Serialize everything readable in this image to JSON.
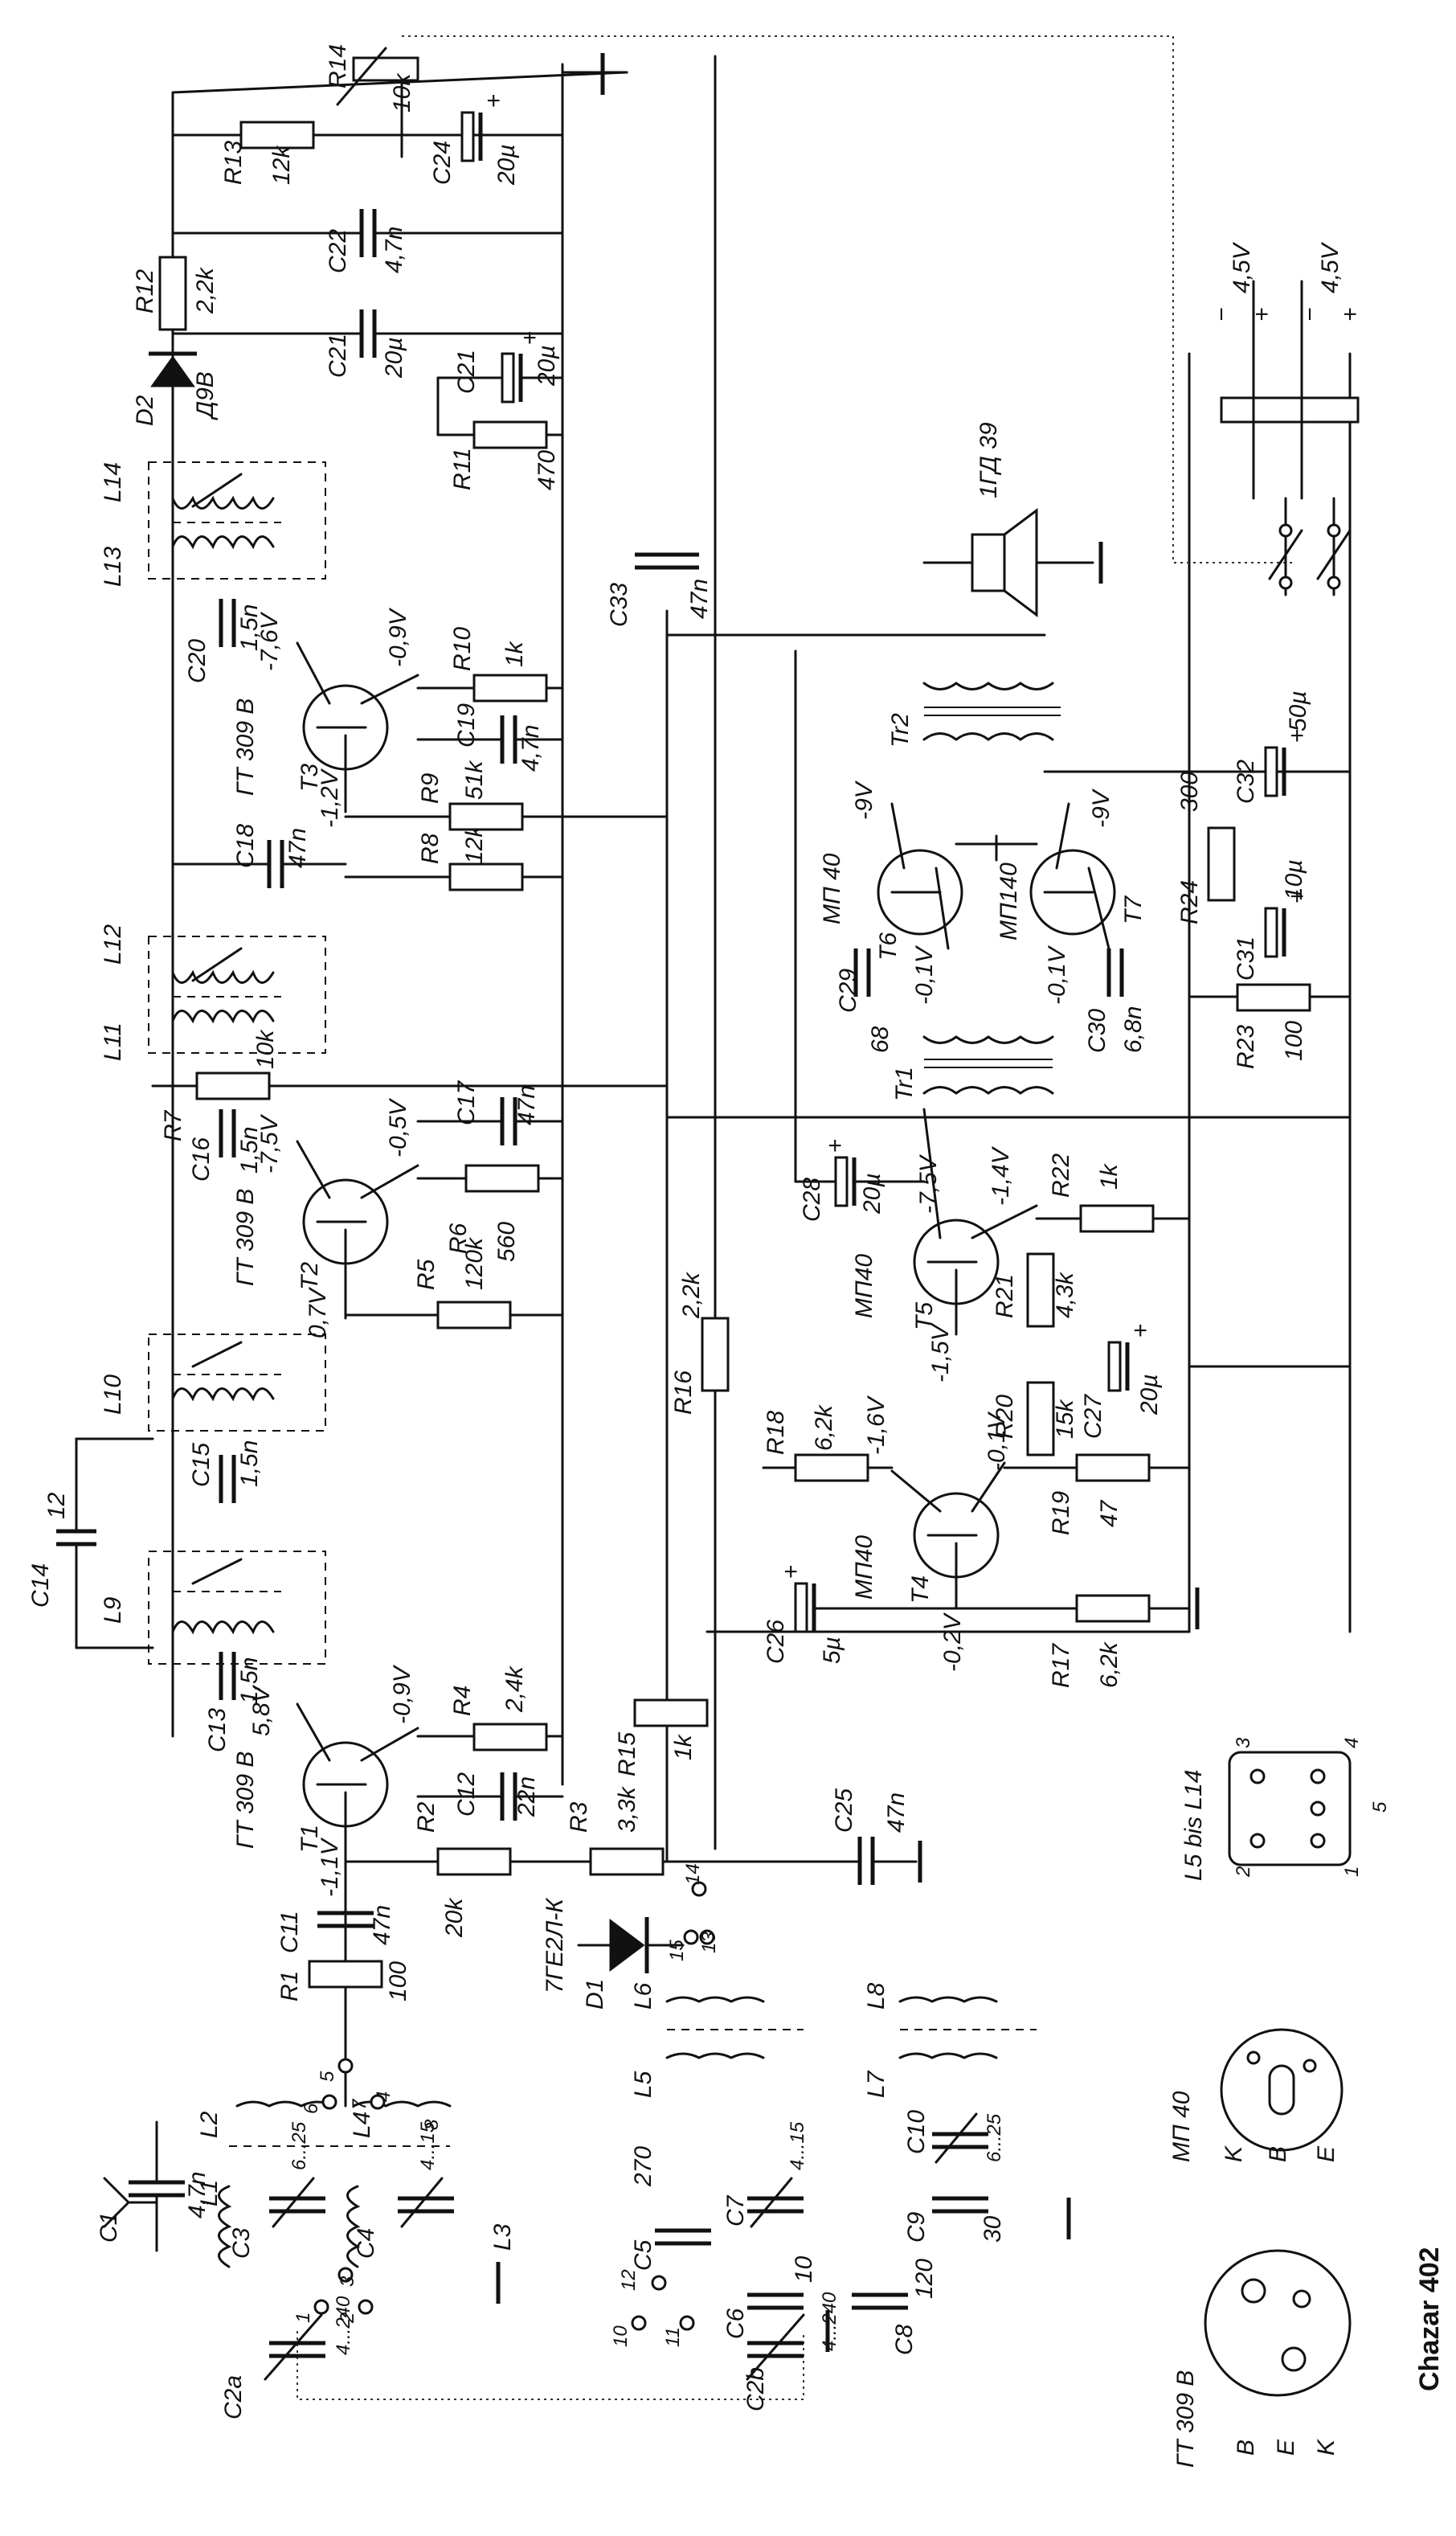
{
  "caption": "Chazar 402",
  "transistors": {
    "T1": {
      "ref": "T1",
      "type": "ГТ 309 В",
      "vc": "5,8V",
      "ve": "-0,9V",
      "vb": "-1,1V"
    },
    "T2": {
      "ref": "T2",
      "type": "ГТ 309 В",
      "vc": "-7,5V",
      "ve": "-0,5V",
      "vb": "0,7V"
    },
    "T3": {
      "ref": "T3",
      "type": "ГТ 309 В",
      "vc": "-7,6V",
      "ve": "-0,9V",
      "vb": "-1,2V"
    },
    "T4": {
      "ref": "T4",
      "type": "МП40",
      "vc": "-1,6V",
      "ve": "-0,1V",
      "vb": "-0,2V"
    },
    "T5": {
      "ref": "T5",
      "type": "МП40",
      "vc": "-7,5V",
      "ve": "-1,4V",
      "vb": "-1,5V"
    },
    "T6": {
      "ref": "T6",
      "type": "МП 40",
      "vc": "-9V",
      "ve": "-0,1V"
    },
    "T7": {
      "ref": "T7",
      "type": "МП140",
      "vc": "-9V",
      "ve": "-0,1V"
    }
  },
  "resistors": {
    "R1": {
      "ref": "R1",
      "val": "100"
    },
    "R2": {
      "ref": "R2",
      "val": "20k"
    },
    "R3": {
      "ref": "R3",
      "val": "3,3k"
    },
    "R4": {
      "ref": "R4",
      "val": "2,4k"
    },
    "R5": {
      "ref": "R5",
      "val": "120k"
    },
    "R6": {
      "ref": "R6",
      "val": "560"
    },
    "R7": {
      "ref": "R7",
      "val": "10k"
    },
    "R8": {
      "ref": "R8",
      "val": "12k"
    },
    "R9": {
      "ref": "R9",
      "val": "51k"
    },
    "R10": {
      "ref": "R10",
      "val": "1k"
    },
    "R11": {
      "ref": "R11",
      "val": "470"
    },
    "R12": {
      "ref": "R12",
      "val": "2,2k"
    },
    "R13": {
      "ref": "R13",
      "val": "12k"
    },
    "R14": {
      "ref": "R14",
      "val": "10k"
    },
    "R15": {
      "ref": "R15",
      "val": "1k"
    },
    "R16": {
      "ref": "R16",
      "val": "2,2k"
    },
    "R17": {
      "ref": "R17",
      "val": "6,2k"
    },
    "R18": {
      "ref": "R18",
      "val": "6,2k"
    },
    "R19": {
      "ref": "R19",
      "val": "47"
    },
    "R20": {
      "ref": "R20",
      "val": "15k"
    },
    "R21": {
      "ref": "R21",
      "val": "4,3k"
    },
    "R22": {
      "ref": "R22",
      "val": "1k"
    },
    "R23": {
      "ref": "R23",
      "val": "100"
    },
    "R24": {
      "ref": "R24",
      "val": "300"
    }
  },
  "capacitors": {
    "C1": {
      "ref": "C1",
      "val": "4,7n"
    },
    "C2a": {
      "ref": "C2a",
      "val": "4...240"
    },
    "C2b": {
      "ref": "C2b",
      "val": "4...240"
    },
    "C3": {
      "ref": "C3",
      "val": "6...25"
    },
    "C4": {
      "ref": "C4",
      "val": "4...15"
    },
    "C5": {
      "ref": "C5",
      "val": "270"
    },
    "C6": {
      "ref": "C6",
      "val": "10"
    },
    "C7": {
      "ref": "C7",
      "val": "4...15"
    },
    "C8": {
      "ref": "C8",
      "val": "120"
    },
    "C9": {
      "ref": "C9",
      "val": "30"
    },
    "C10": {
      "ref": "C10",
      "val": "6...25"
    },
    "C11": {
      "ref": "C11",
      "val": "47n"
    },
    "C12": {
      "ref": "C12",
      "val": "22n"
    },
    "C13": {
      "ref": "C13",
      "val": "1,5n"
    },
    "C14": {
      "ref": "C14",
      "val": "12"
    },
    "C15": {
      "ref": "C15",
      "val": "1,5n"
    },
    "C16": {
      "ref": "C16",
      "val": "1,5n"
    },
    "C17": {
      "ref": "C17",
      "val": "47n"
    },
    "C18": {
      "ref": "C18",
      "val": "47n"
    },
    "C19": {
      "ref": "C19",
      "val": "4,7n"
    },
    "C20": {
      "ref": "C20",
      "val": "1,5n"
    },
    "C21": {
      "ref": "C21",
      "val": "20µ"
    },
    "C21b": {
      "ref": "C21",
      "val": "20µ"
    },
    "C22": {
      "ref": "C22",
      "val": "4,7n"
    },
    "C24": {
      "ref": "C24",
      "val": "20µ"
    },
    "C25": {
      "ref": "C25",
      "val": "47n"
    },
    "C26": {
      "ref": "C26",
      "val": "5µ"
    },
    "C27": {
      "ref": "C27",
      "val": "20µ"
    },
    "C28": {
      "ref": "C28",
      "val": "20µ"
    },
    "C29": {
      "ref": "C29",
      "val": "68"
    },
    "C30": {
      "ref": "C30",
      "val": "6,8n"
    },
    "C31": {
      "ref": "C31",
      "val": "10µ"
    },
    "C32": {
      "ref": "C32",
      "val": "50µ"
    },
    "C33": {
      "ref": "C33",
      "val": "47n"
    }
  },
  "coils": {
    "L1": "L1",
    "L2": "L2",
    "L3": "L3",
    "L4": "L4",
    "L5": "L5",
    "L6": "L6",
    "L7": "L7",
    "L8": "L8",
    "L9": "L9",
    "L10": "L10",
    "L11": "L11",
    "L12": "L12",
    "L13": "L13",
    "L14": "L14"
  },
  "transformers": {
    "Tr1": "Tr1",
    "Tr2": "Tr2"
  },
  "diodes": {
    "D1": {
      "ref": "D1",
      "type": "7ГЕ2Л-К"
    },
    "D2": {
      "ref": "D2",
      "type": "Д9В"
    }
  },
  "speaker": "1ГД 39",
  "battery": {
    "v1": "4,5V",
    "v2": "4,5V",
    "minus": "−",
    "plus": "+"
  },
  "plus_sign": "+",
  "legend": {
    "coil_title": "L5 bis L14",
    "coil_pins": [
      "1",
      "2",
      "3",
      "4",
      "5"
    ],
    "gt309_title": "ГТ 309 В",
    "mp40_title": "МП 40",
    "pins_b": "B",
    "pins_e": "E",
    "pins_k": "K"
  },
  "switch_pins": [
    "1",
    "2",
    "3",
    "4",
    "5",
    "6",
    "7",
    "8",
    "10",
    "11",
    "12",
    "13",
    "14",
    "15"
  ]
}
